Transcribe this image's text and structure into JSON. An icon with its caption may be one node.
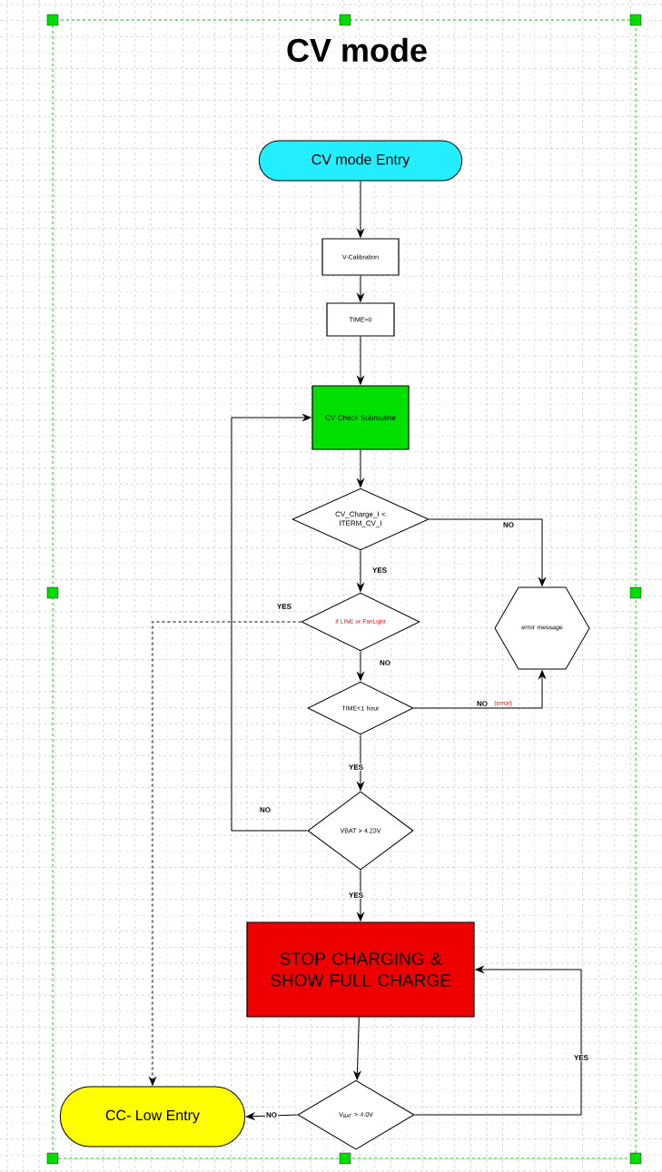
{
  "diagram": {
    "title": "CV mode",
    "nodes": [
      {
        "text": [
          "CV mode Entry"
        ]
      },
      {
        "text": [
          "V-Calibration"
        ]
      },
      {
        "text": [
          "TIME=0"
        ]
      },
      {
        "text": [
          "CV Check Subroutine"
        ]
      },
      {
        "text": [
          "CV_Charge_I < ITERM_CV_I"
        ]
      },
      {
        "text": [
          "if LINE or FanLight"
        ]
      },
      {
        "text": [
          "error message"
        ]
      },
      {
        "text": [
          "TIME<1 hour"
        ]
      },
      {
        "text": [
          "VBAT > 4.23V"
        ]
      },
      {
        "text": [
          "STOP CHARGING & SHOW FULL CHARGE"
        ]
      },
      {
        "text": [
          "V$_{BAT}$ > 4.0V"
        ]
      },
      {
        "text": [
          "CC- Low Entry"
        ]
      }
    ],
    "edges": [
      {
        "from": 0,
        "to": 1,
        "arrow": "to"
      },
      {
        "from": 1,
        "to": 2,
        "arrow": "to"
      },
      {
        "from": 2,
        "to": 3,
        "arrow": "to"
      },
      {
        "from": 3,
        "to": 4,
        "arrow": "to"
      },
      {
        "from": 4,
        "to": 5,
        "arrow": "to",
        "label": "YES"
      },
      {
        "from": 4,
        "to": 6,
        "arrow": "to",
        "label": "NO"
      },
      {
        "from": 5,
        "to": 11,
        "arrow": "to",
        "label": "YES",
        "style": "dashed"
      },
      {
        "from": 5,
        "to": 7,
        "arrow": "to",
        "label": "NO"
      },
      {
        "from": 7,
        "to": 6,
        "arrow": "to",
        "label": "NO"
      },
      {
        "from": 7,
        "to": 8,
        "arrow": "to",
        "label": "YES"
      },
      {
        "from": 8,
        "to": 3,
        "arrow": "to",
        "label": "NO"
      },
      {
        "from": 8,
        "to": 9,
        "arrow": "to",
        "label": "YES"
      },
      {
        "from": 9,
        "to": 10,
        "arrow": "to"
      },
      {
        "from": 10,
        "to": 9,
        "arrow": "to",
        "label": "YES"
      },
      {
        "from": 10,
        "to": 11,
        "arrow": "to",
        "label": "NO"
      }
    ],
    "labels": [
      "(error)"
    ]
  }
}
